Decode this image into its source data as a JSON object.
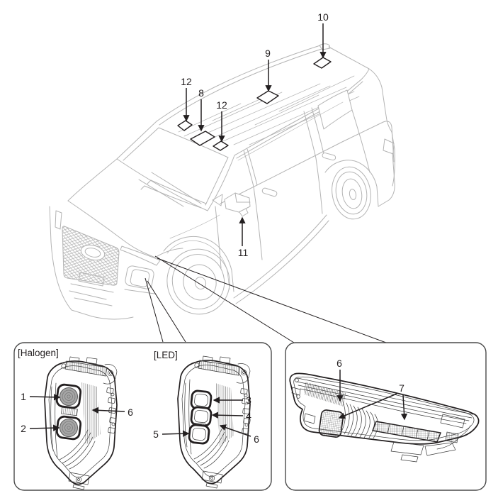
{
  "colors": {
    "bg": "#ffffff",
    "car-line": "#b4b4b4",
    "ink": "#231f20",
    "detail": "#3a3a3a",
    "lens": "#a6a6a6",
    "box-border": "#4a4a4a"
  },
  "labels": {
    "halogen": "[Halogen]",
    "led": "[LED]"
  },
  "callouts": {
    "n1": "1",
    "n2": "2",
    "n3": "3",
    "n4": "4",
    "n5": "5",
    "n6": "6",
    "n7": "7",
    "n8": "8",
    "n9": "9",
    "n10": "10",
    "n11": "11",
    "n12": "12"
  }
}
